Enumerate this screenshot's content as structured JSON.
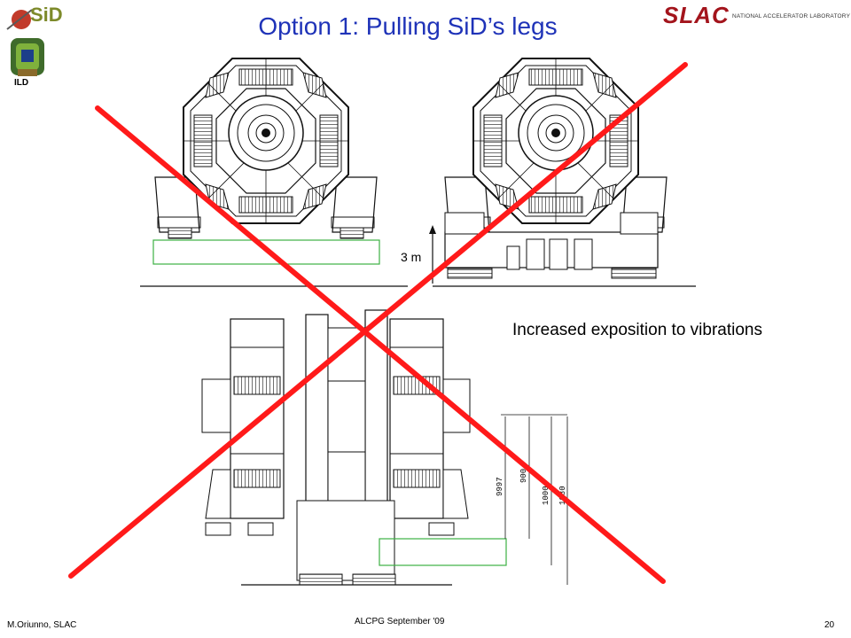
{
  "header": {
    "title": "Option 1: Pulling SiD’s legs",
    "sid_logo_text": "SiD",
    "ild_logo_text": "ILD",
    "slac_logo_text": "SLAC",
    "slac_subtitle": "NATIONAL ACCELERATOR LABORATORY"
  },
  "drawing": {
    "rise_label": "3 m",
    "dimension_labels": [
      "9997",
      "900",
      "1000",
      "1080"
    ],
    "annotation": "Increased exposition to vibrations"
  },
  "footer": {
    "author": "M.Oriunno, SLAC",
    "event": "ALCPG September '09",
    "page": "20"
  },
  "colors": {
    "title": "#1f33b8",
    "cross": "#ff1a1a",
    "highlight_box": "#3cb043",
    "slac": "#a3141c",
    "sid": "#7d8a2a"
  }
}
